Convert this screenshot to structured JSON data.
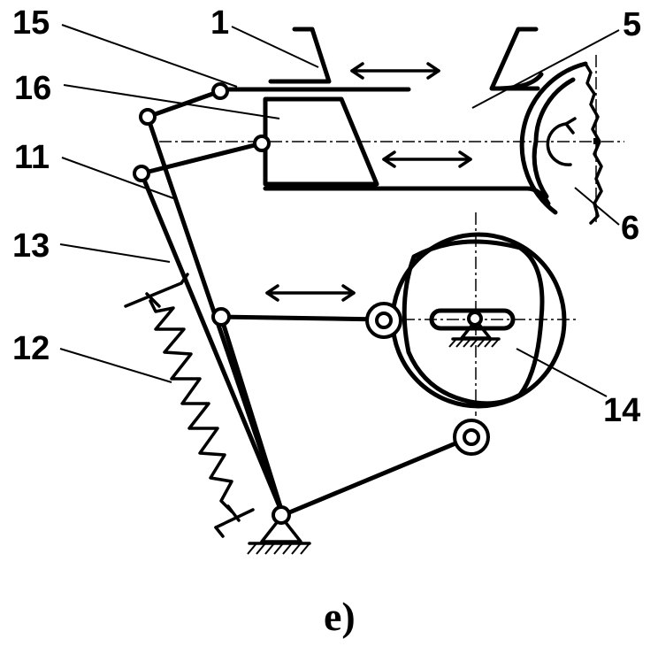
{
  "labels": {
    "l15": "15",
    "l1": "1",
    "l5": "5",
    "l16": "16",
    "l11": "11",
    "l13": "13",
    "l12": "12",
    "l6": "6",
    "l14": "14"
  },
  "caption": "e)"
}
